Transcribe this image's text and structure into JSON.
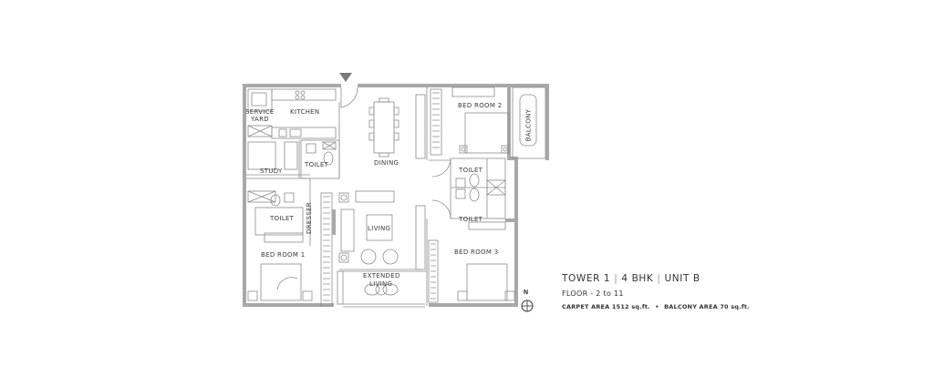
{
  "unit_info": {
    "tower": "TOWER 1",
    "type": "4 BHK",
    "unit": "UNIT B",
    "separator": "|",
    "floor": "FLOOR - 2 to 11",
    "carpet_area": "CARPET AREA 1512 sq.ft.",
    "bullet": "•",
    "balcony_area": "BALCONY AREA 70 sq.ft."
  },
  "rooms": {
    "service_yard_1": "SERVICE",
    "service_yard_2": "YARD",
    "kitchen": "KITCHEN",
    "study": "STUDY",
    "toilet_study": "TOILET",
    "dining": "DINING",
    "bedroom2": "BED ROOM 2",
    "balcony": "BALCONY",
    "toilet_bed2": "TOILET",
    "toilet_bed3": "TOILET",
    "toilet_bed1": "TOILET",
    "dresser": "DRESSER",
    "living": "LIVING",
    "bedroom1": "BED ROOM 1",
    "extended_living_1": "EXTENDED",
    "extended_living_2": "LIVING",
    "bedroom3": "BED ROOM 3"
  },
  "compass": {
    "label": "N"
  },
  "colors": {
    "wall": "#9a9a9a",
    "line": "#8a8a8a",
    "text": "#333333",
    "entrance": "#777777"
  }
}
